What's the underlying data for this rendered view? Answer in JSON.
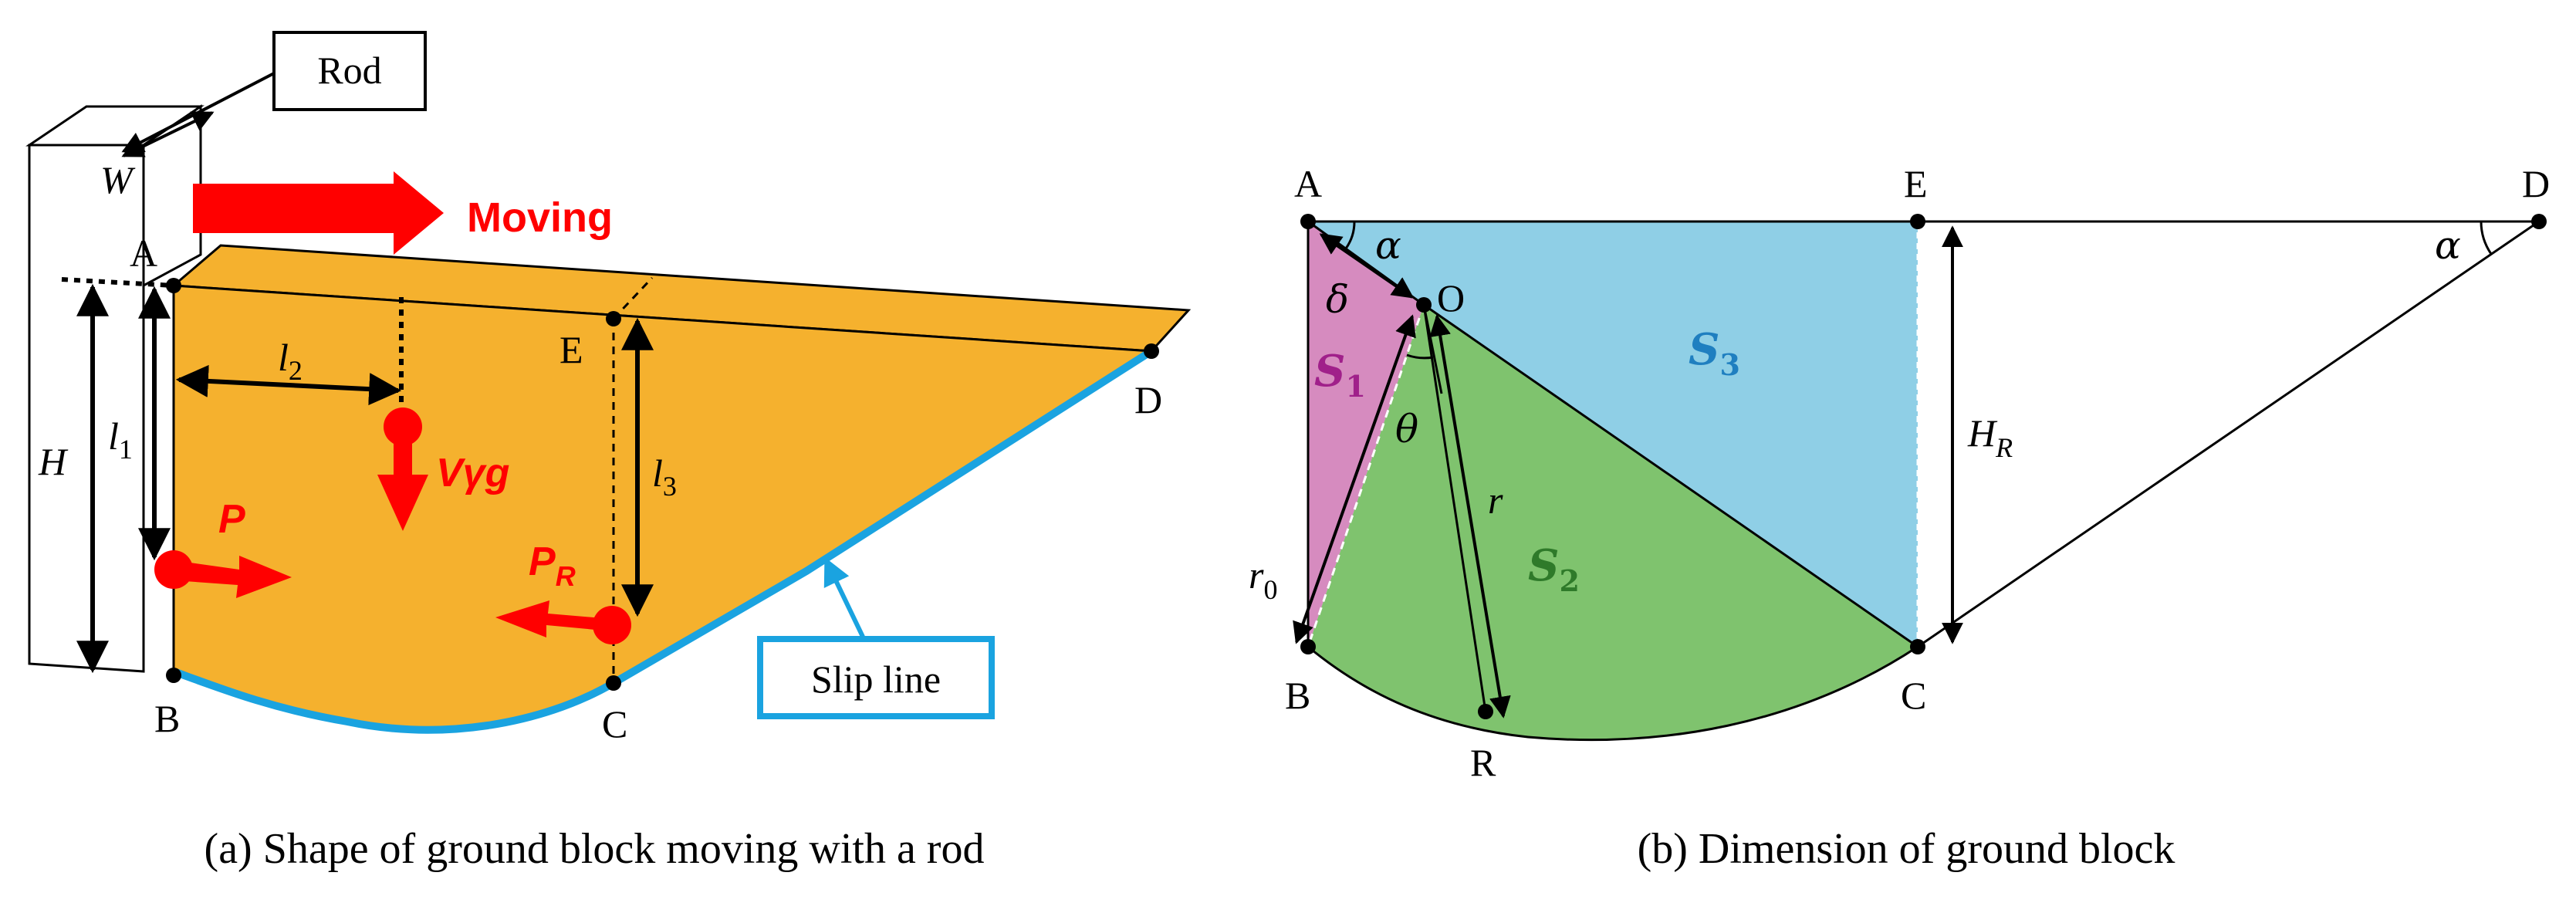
{
  "colors": {
    "block_fill": "#f5b12e",
    "slip_line": "#1aa3e0",
    "force_red": "#ff0000",
    "region_s1": "#d68bbf",
    "region_s2": "#7fc36e",
    "region_s3": "#8fcfe6"
  },
  "left": {
    "rod_label": "Rod",
    "moving_label": "Moving",
    "slip_line_label": "Slip line",
    "points": {
      "A": "A",
      "B": "B",
      "C": "C",
      "D": "D",
      "E": "E"
    },
    "dims": {
      "W": "W",
      "H": "H",
      "l1_main": "l",
      "l1_sub": "1",
      "l2_main": "l",
      "l2_sub": "2",
      "l3_main": "l",
      "l3_sub": "3"
    },
    "forces": {
      "P": "P",
      "PR_main": "P",
      "PR_sub": "R",
      "weight": "Vγg"
    }
  },
  "right": {
    "points": {
      "A": "A",
      "E": "E",
      "D": "D",
      "O": "O",
      "B": "B",
      "C": "C",
      "R": "R"
    },
    "angles": {
      "alpha_left": "α",
      "alpha_right": "α",
      "theta": "θ",
      "delta": "δ"
    },
    "dims": {
      "r": "r",
      "r0_main": "r",
      "r0_sub": "0",
      "HR_main": "H",
      "HR_sub": "R"
    },
    "regions": {
      "S1_main": "S",
      "S1_sub": "1",
      "S2_main": "S",
      "S2_sub": "2",
      "S3_main": "S",
      "S3_sub": "3"
    }
  },
  "captions": {
    "a": "(a) Shape of ground block moving with a rod",
    "b": "(b) Dimension of ground block"
  }
}
